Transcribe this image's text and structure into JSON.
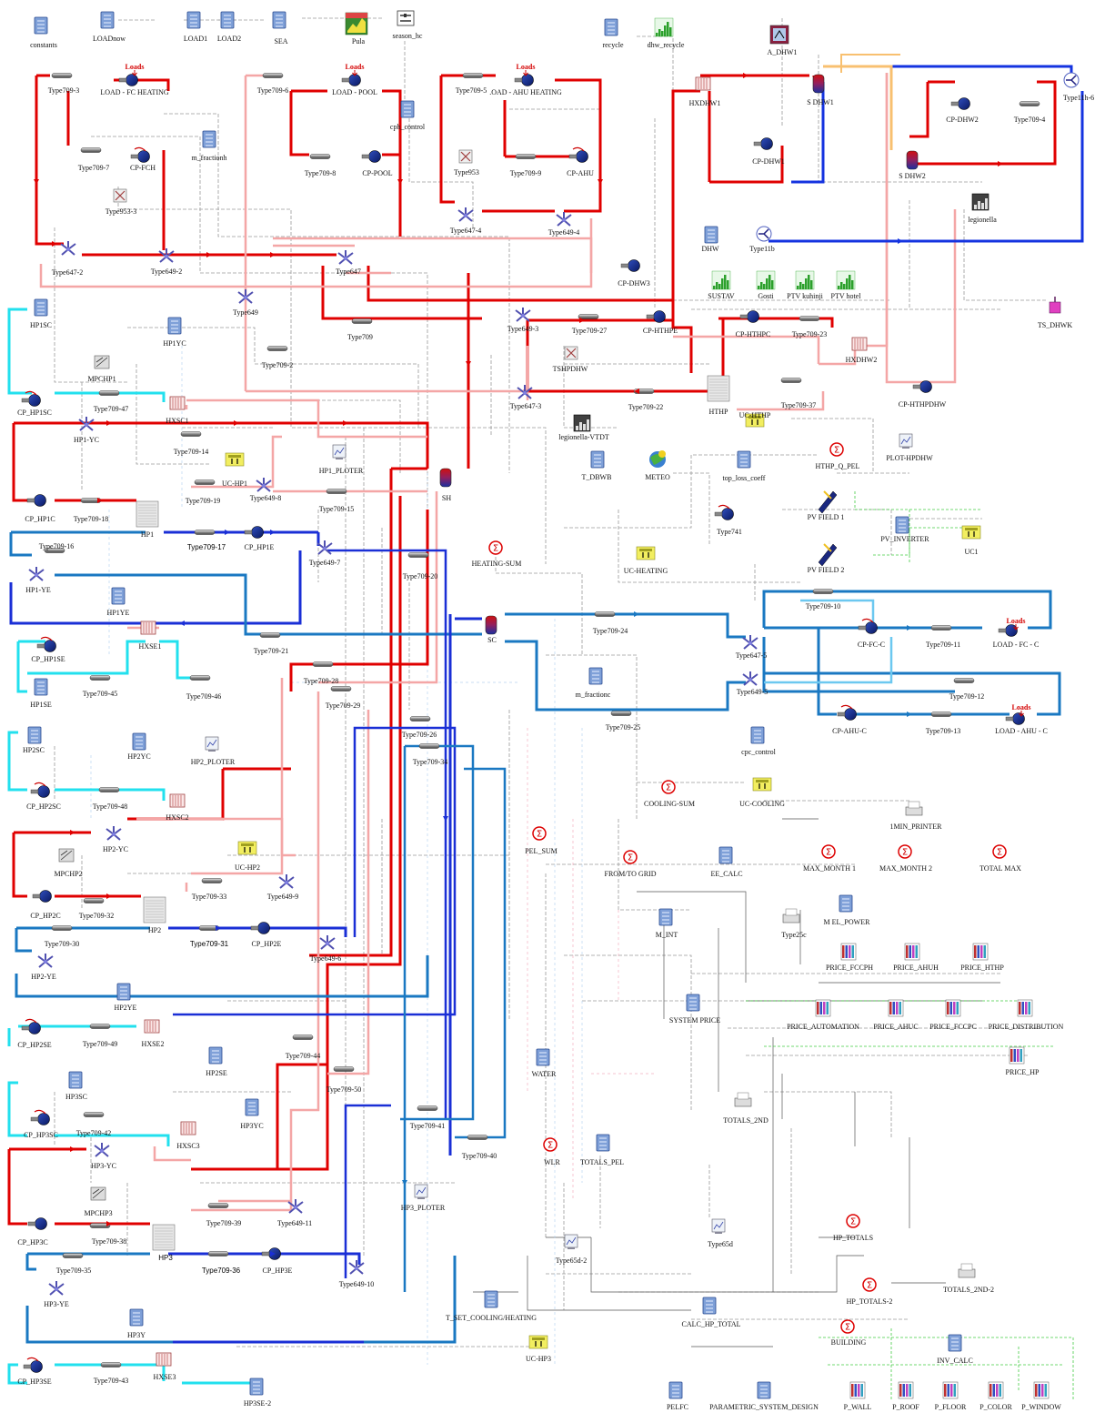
{
  "title": "",
  "colors": {
    "hot": "#e00000",
    "hot_return": "#f4a6a6",
    "cold": "#1a2fd6",
    "cold_mid": "#1a78c2",
    "cold_light": "#6cc8f0",
    "source": "#22e0ee",
    "dhw": "#1433e0",
    "dhw_hot": "#f8c070",
    "control": "#7d7d7d",
    "dashed": "#9a9a9a",
    "green": "#44cc44",
    "pink": "#f0a0b0"
  },
  "labels": {
    "loads": "Loads",
    "constants": "constants",
    "loadnow": "LOADnow",
    "load1": "LOAD1",
    "load2": "LOAD2",
    "sea": "SEA",
    "pula": "Pula",
    "season_hc": "season_hc",
    "recycle": "recycle",
    "dhw_recycle": "dhw_recycle",
    "a_dhw1": "A_DHW1",
    "type11h6": "Type11h-6",
    "type709_3": "Type709-3",
    "load_fc_heating": "LOAD - FC HEATING",
    "type709_7": "Type709-7",
    "cp_fch": "CP-FCH",
    "type953_3": "Type953-3",
    "type647_2": "Type647-2",
    "type649_2": "Type649-2",
    "m_fractionh": "m_fractionh",
    "type709_6": "Type709-6",
    "load_pool": "LOAD - POOL",
    "type709_8": "Type709-8",
    "cp_pool": "CP-POOL",
    "cph_control": "cph_control",
    "type953": "Type953",
    "type709_5": "Type709-5",
    "load_ahu_heating": ".OAD - AHU HEATING",
    "type709_9": "Type709-9",
    "cp_ahu": "CP-AHU",
    "type647_4": "Type647-4",
    "type649_4": "Type649-4",
    "hxdhw1": "HXDHW1",
    "sdhw1": "S DHW1",
    "cp_dhw1": "CP-DHW1",
    "cp_dhw2": "CP-DHW2",
    "type709_4": "Type709-4",
    "sdhw2": "S DHW2",
    "legionella": "legionella",
    "dhw": "DHW",
    "type11b": "Type11b",
    "type647": "Type647",
    "cp_dhw3": "CP-DHW3",
    "sustav": "SUSTAV",
    "gosti": "Gosti",
    "ptv_kuhinji": "PTV kuhinji",
    "ptv_hotel": "PTV hotel",
    "ts_dhwk": "TS_DHWK",
    "hp1sc": "HP1SC",
    "hp1yc": "HP1YC",
    "mpchp1": "MPCHP1",
    "type649": "Type649",
    "type709": "Type709",
    "type649_3": "Type649-3",
    "type709_27": "Type709-27",
    "cp_hthpe": "CP-HTHPE",
    "cp_hthpc": "CP-HTHPC",
    "type709_23": "Type709-23",
    "hxdhw2": "HXDHW2",
    "type709_2": "Type709-2",
    "tshpdhw": "TSHPDHW",
    "cp_hp1sc": "CP_HP1SC",
    "type709_47": "Type709-47",
    "hxsc1": "HXSC1",
    "type647_3": "Type647-3",
    "type709_22": "Type709-22",
    "hthp": "HTHP",
    "type709_37": "Type709-37",
    "cp_hthpdhw": "CP-HTHPDHW",
    "hp1_yc": "HP1-YC",
    "type709_14": "Type709-14",
    "legionella_vtdt": "legionella-VTDT",
    "uc_hthp": "UC-HTHP",
    "plot_hpdhw": "PLOT-HPDHW",
    "hthp_q_pel": "HTHP_Q_PEL",
    "uc_hp1": "UC-HP1",
    "hp1_ploter": "HP1_PLOTER",
    "t_dbwb": "T_DBWB",
    "meteo": "METEO",
    "top_loss_coeff": "top_loss_coeff",
    "sh": "SH",
    "type649_8": "Type649-8",
    "type709_19": "Type709-19",
    "type709_15": "Type709-15",
    "cp_hp1c": "CP_HP1C",
    "type709_18": "Type709-18",
    "hp1": "HP1",
    "type709_17": "Type709-17",
    "cp_hp1e": "CP_HP1E",
    "type741": "Type741",
    "pv_field_1": "PV FIELD 1",
    "pv_inverter": "PV_INVERTER",
    "uc1": "UC1",
    "type709_16": "Type709-16",
    "type649_7": "Type649-7",
    "heating_sum": "HEATING-SUM",
    "uc_heating": "UC-HEATING",
    "pv_field_2": "PV FIELD 2",
    "hp1_ye": "HP1-YE",
    "type709_20": "Type709-20",
    "hp1ye": "HP1YE",
    "type709_10": "Type709-10",
    "loads_fc_c": "Loads",
    "sc": "SC",
    "type709_24": "Type709-24",
    "cp_fc_c": "CP-FC-C",
    "type709_11": "Type709-11",
    "load_fc_c": "LOAD - FC - C",
    "type647_5": "Type647-5",
    "cp_hp1se": "CP_HP1SE",
    "hxse1": "HXSE1",
    "type709_21": "Type709-21",
    "m_fractionc": "m_fractionc",
    "type649_5": "Type649-5",
    "type709_12": "Type709-12",
    "hp1se": "HP1SE",
    "type709_45": "Type709-45",
    "type709_46": "Type709-46",
    "type709_28": "Type709-28",
    "type709_29": "Type709-29",
    "type709_25": "Type709-25",
    "cp_ahu_c": "CP-AHU-C",
    "type709_13": "Type709-13",
    "load_ahu_c": "LOAD - AHU - C",
    "hp2sc": "HP2SC",
    "hp2yc": "HP2YC",
    "hp2_ploter": "HP2_PLOTER",
    "type709_26": "Type709-26",
    "type709_34": "Type709-34",
    "cpc_control": "cpc_control",
    "cp_hp2sc": "CP_HP2SC",
    "type709_48": "Type709-48",
    "hxsc2": "HXSC2",
    "cooling_sum": "COOLING-SUM",
    "uc_cooling": "UC-COOLING",
    "min_printer": "1MIN_PRINTER",
    "hp2_yc": "HP2-YC",
    "pel_sum": "PEL_SUM",
    "mpchp2": "MPCHP2",
    "uc_hp2": "UC-HP2",
    "from_to_grid": "FROM/TO GRID",
    "ee_calc": "EE_CALC",
    "max_month_1": "MAX_MONTH 1",
    "max_month_2": "MAX_MONTH 2",
    "total_max": "TOTAL MAX",
    "type709_33": "Type709-33",
    "type649_9": "Type649-9",
    "cp_hp2c": "CP_HP2C",
    "type709_32": "Type709-32",
    "m_el_power": "M EL_POWER",
    "type25c": "Type25c",
    "hp2": "HP2",
    "type709_31": "Type709-31",
    "cp_hp2e": "CP_HP2E",
    "m_int": "M_INT",
    "type709_30": "Type709-30",
    "type649_6": "Type649-6",
    "hp2_ye": "HP2-YE",
    "price_fccph": "PRICE_FCCPH",
    "price_ahuh": "PRICE_AHUH",
    "price_hthp": "PRICE_HTHP",
    "hp2ye": "HP2YE",
    "system_price": "SYSTEM PRICE",
    "price_automation": "PRICE_AUTOMATION",
    "price_ahuc": "PRICE_AHUC",
    "price_fccpc": "PRICE_FCCPC",
    "price_distribution": "PRICE_DISTRIBUTION",
    "cp_hp2se": "CP_HP2SE",
    "type709_49": "Type709-49",
    "hxse2": "HXSE2",
    "type709_44": "Type709-44",
    "hp2se": "HP2SE",
    "water": "WATER",
    "price_hp": "PRICE_HP",
    "type709_50": "Type709-50",
    "hp3sc": "HP3SC",
    "hp3yc": "HP3YC",
    "totals_2nd": "TOTALS_2ND",
    "cp_hp3sc": "CP_HP3SC",
    "type709_42": "Type709-42",
    "hxsc3": "HXSC3",
    "type709_41": "Type709-41",
    "type709_40": "Type709-40",
    "wlr": "WLR",
    "totals_pel": "TOTALS_PEL",
    "hp3_yc": "HP3-YC",
    "mpchp3": "MPCHP3",
    "hp3_ploter": "HP3_PLOTER",
    "type709_39": "Type709-39",
    "type649_11": "Type649-11",
    "hp_totals": "HP_TOTALS",
    "cp_hp3c": "CP_HP3C",
    "type709_38": "Type709-38",
    "hp3": "HP3",
    "type65d": "Type65d",
    "type709_35": "Type709-35",
    "type709_36": "Type709-36",
    "cp_hp3e": "CP_HP3E",
    "type649_10": "Type649-10",
    "type65d_2": "Type65d-2",
    "totals_2nd_2": "TOTALS_2ND-2",
    "hp3_ye": "HP3-YE",
    "hp_totals_2": "HP_TOTALS-2",
    "t_set_cooling_heating": "T_SET_COOLING/HEATING",
    "hp3y": "HP3Y",
    "calc_hp_total": "CALC_HP_TOTAL",
    "building": "BUILDING",
    "uc_hp3": "UC-HP3",
    "inv_calc": "INV_CALC",
    "cp_hp3se": "CP_HP3SE",
    "type709_43": "Type709-43",
    "hxse3": "HXSE3",
    "hp3se_2": "HP3SE-2",
    "pelfc": "PELFC",
    "parametric_system_design": "PARAMETRIC_SYSTEM_DESIGN",
    "p_wall": "P_WALL",
    "p_roof": "P_ROOF",
    "p_floor": "P_FLOOR",
    "p_color": "P_COLOR",
    "p_window": "P_WINDOW"
  }
}
